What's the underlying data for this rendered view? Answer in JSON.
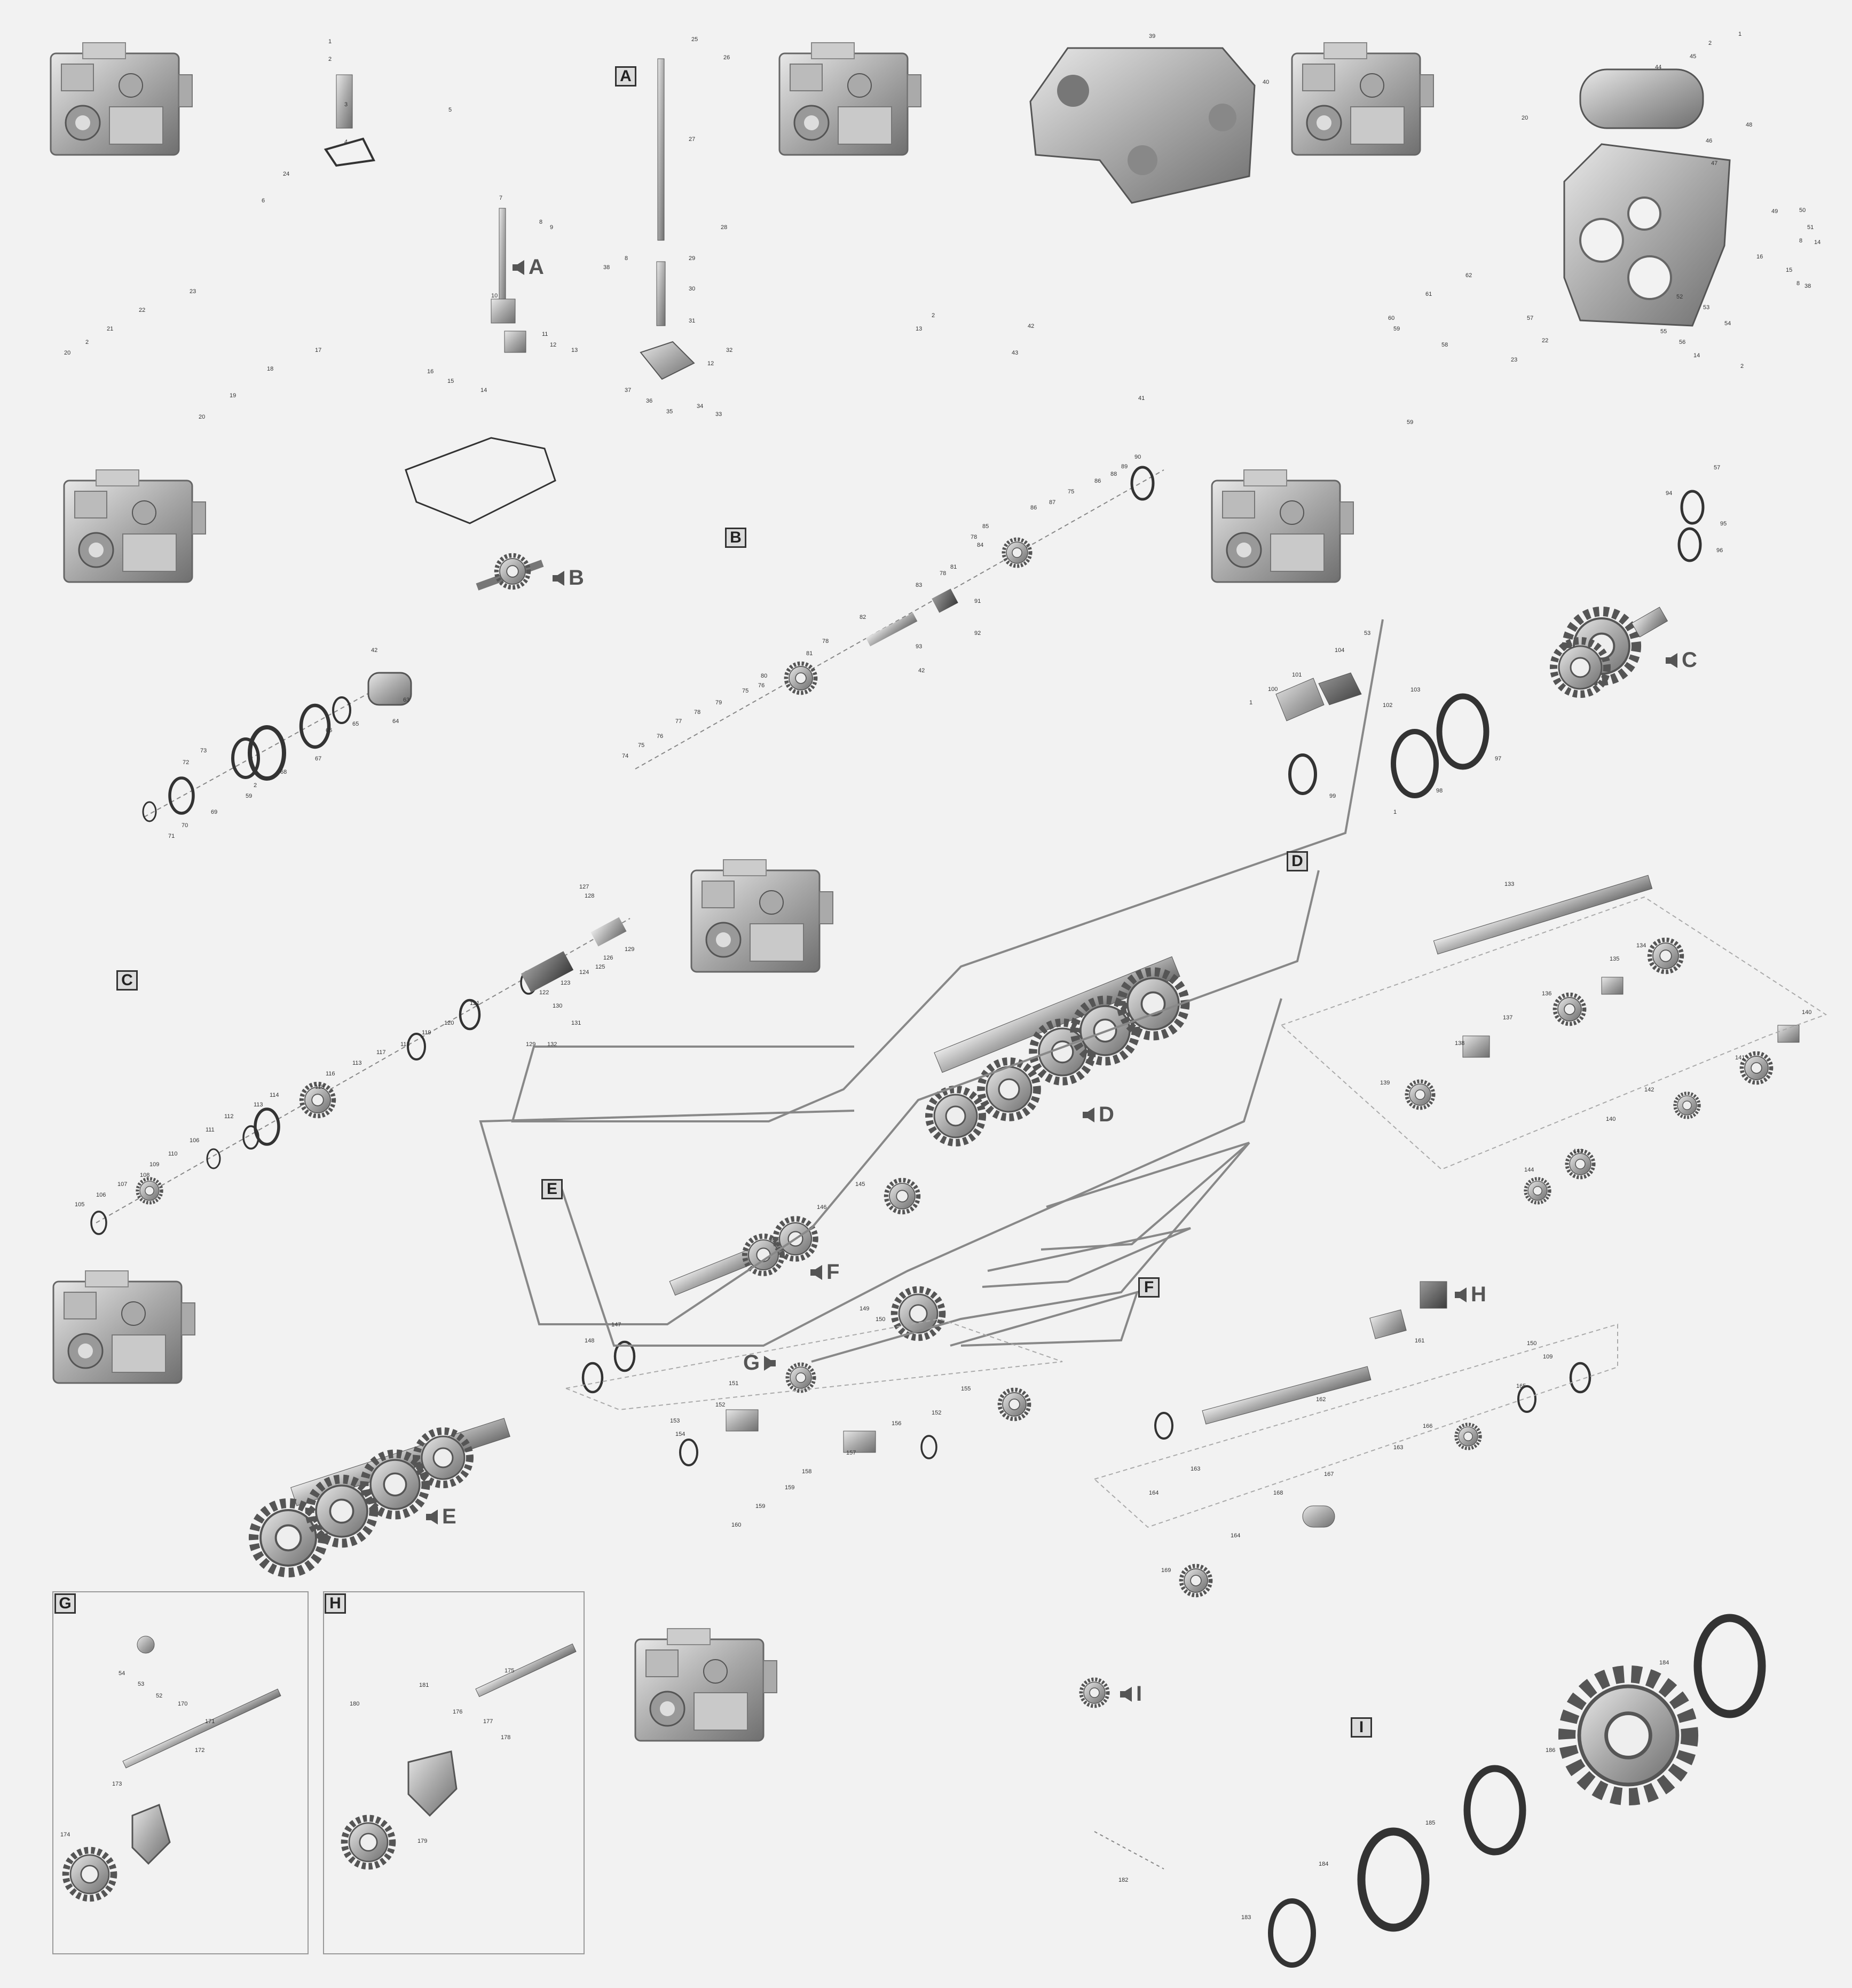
{
  "section_labels": [
    "A",
    "B",
    "C",
    "D",
    "E",
    "F",
    "G",
    "H",
    "I"
  ],
  "callouts": [
    "A",
    "B",
    "C",
    "D",
    "E",
    "F",
    "G",
    "H",
    "I"
  ],
  "part_numbers": {
    "pump": [
      "1",
      "2",
      "3",
      "4",
      "5",
      "6",
      "24"
    ],
    "linkage": [
      "7",
      "8",
      "9",
      "10",
      "11",
      "12",
      "13",
      "14",
      "15",
      "16"
    ],
    "shift_rod_a": [
      "25",
      "26",
      "27",
      "28",
      "8",
      "38",
      "29",
      "30",
      "31",
      "32",
      "12",
      "37",
      "36",
      "35",
      "34",
      "33"
    ],
    "cover": [
      "39",
      "40",
      "41",
      "42",
      "43",
      "2",
      "13"
    ],
    "seal_left": [
      "17",
      "18",
      "19",
      "20",
      "21",
      "22",
      "23",
      "2",
      "20"
    ],
    "housing_right": [
      "1",
      "2",
      "44",
      "45",
      "20",
      "46",
      "47",
      "48",
      "49",
      "50",
      "51",
      "8",
      "14",
      "15",
      "16",
      "52",
      "53",
      "54",
      "55",
      "56",
      "57",
      "58",
      "59",
      "60",
      "61",
      "62",
      "22",
      "23",
      "2",
      "59",
      "8",
      "38",
      "14"
    ],
    "shaft_b": [
      "74",
      "75",
      "76",
      "77",
      "78",
      "79",
      "75",
      "76",
      "80",
      "81",
      "78",
      "82",
      "83",
      "78",
      "81",
      "84",
      "78",
      "85",
      "86",
      "87",
      "75",
      "86",
      "88",
      "89",
      "90",
      "91",
      "92",
      "93",
      "42"
    ],
    "left_stack": [
      "42",
      "63",
      "64",
      "65",
      "66",
      "67",
      "68",
      "2",
      "59",
      "69",
      "70",
      "71",
      "72",
      "73"
    ],
    "right_bearing": [
      "57",
      "94",
      "95",
      "96"
    ],
    "shaft_c_right": [
      "53",
      "104",
      "101",
      "100",
      "1",
      "102",
      "103",
      "97",
      "98",
      "99",
      "1"
    ],
    "shaft_c": [
      "105",
      "106",
      "107",
      "108",
      "109",
      "110",
      "106",
      "111",
      "112",
      "113",
      "114",
      "115",
      "116",
      "113",
      "117",
      "118",
      "119",
      "120",
      "121",
      "122",
      "123",
      "124",
      "125",
      "126",
      "127",
      "128",
      "129",
      "130",
      "131",
      "132",
      "129"
    ],
    "shaft_d": [
      "133",
      "134",
      "135",
      "136",
      "137",
      "138",
      "139",
      "140",
      "141",
      "142",
      "140",
      "143",
      "144"
    ],
    "shaft_e": [
      "145",
      "146",
      "147",
      "148",
      "149",
      "150",
      "151",
      "152",
      "153",
      "154",
      "155",
      "152",
      "156",
      "157",
      "158",
      "159",
      "159",
      "160"
    ],
    "shaft_h": [
      "150",
      "161",
      "162",
      "163",
      "164",
      "109",
      "165",
      "166",
      "163",
      "167",
      "168",
      "164",
      "169"
    ],
    "panel_g": [
      "54",
      "53",
      "52",
      "170",
      "171",
      "172",
      "173",
      "174"
    ],
    "panel_h": [
      "175",
      "181",
      "180",
      "176",
      "177",
      "178",
      "179"
    ],
    "detail_i": [
      "183",
      "184",
      "185",
      "186",
      "184",
      "182"
    ]
  }
}
